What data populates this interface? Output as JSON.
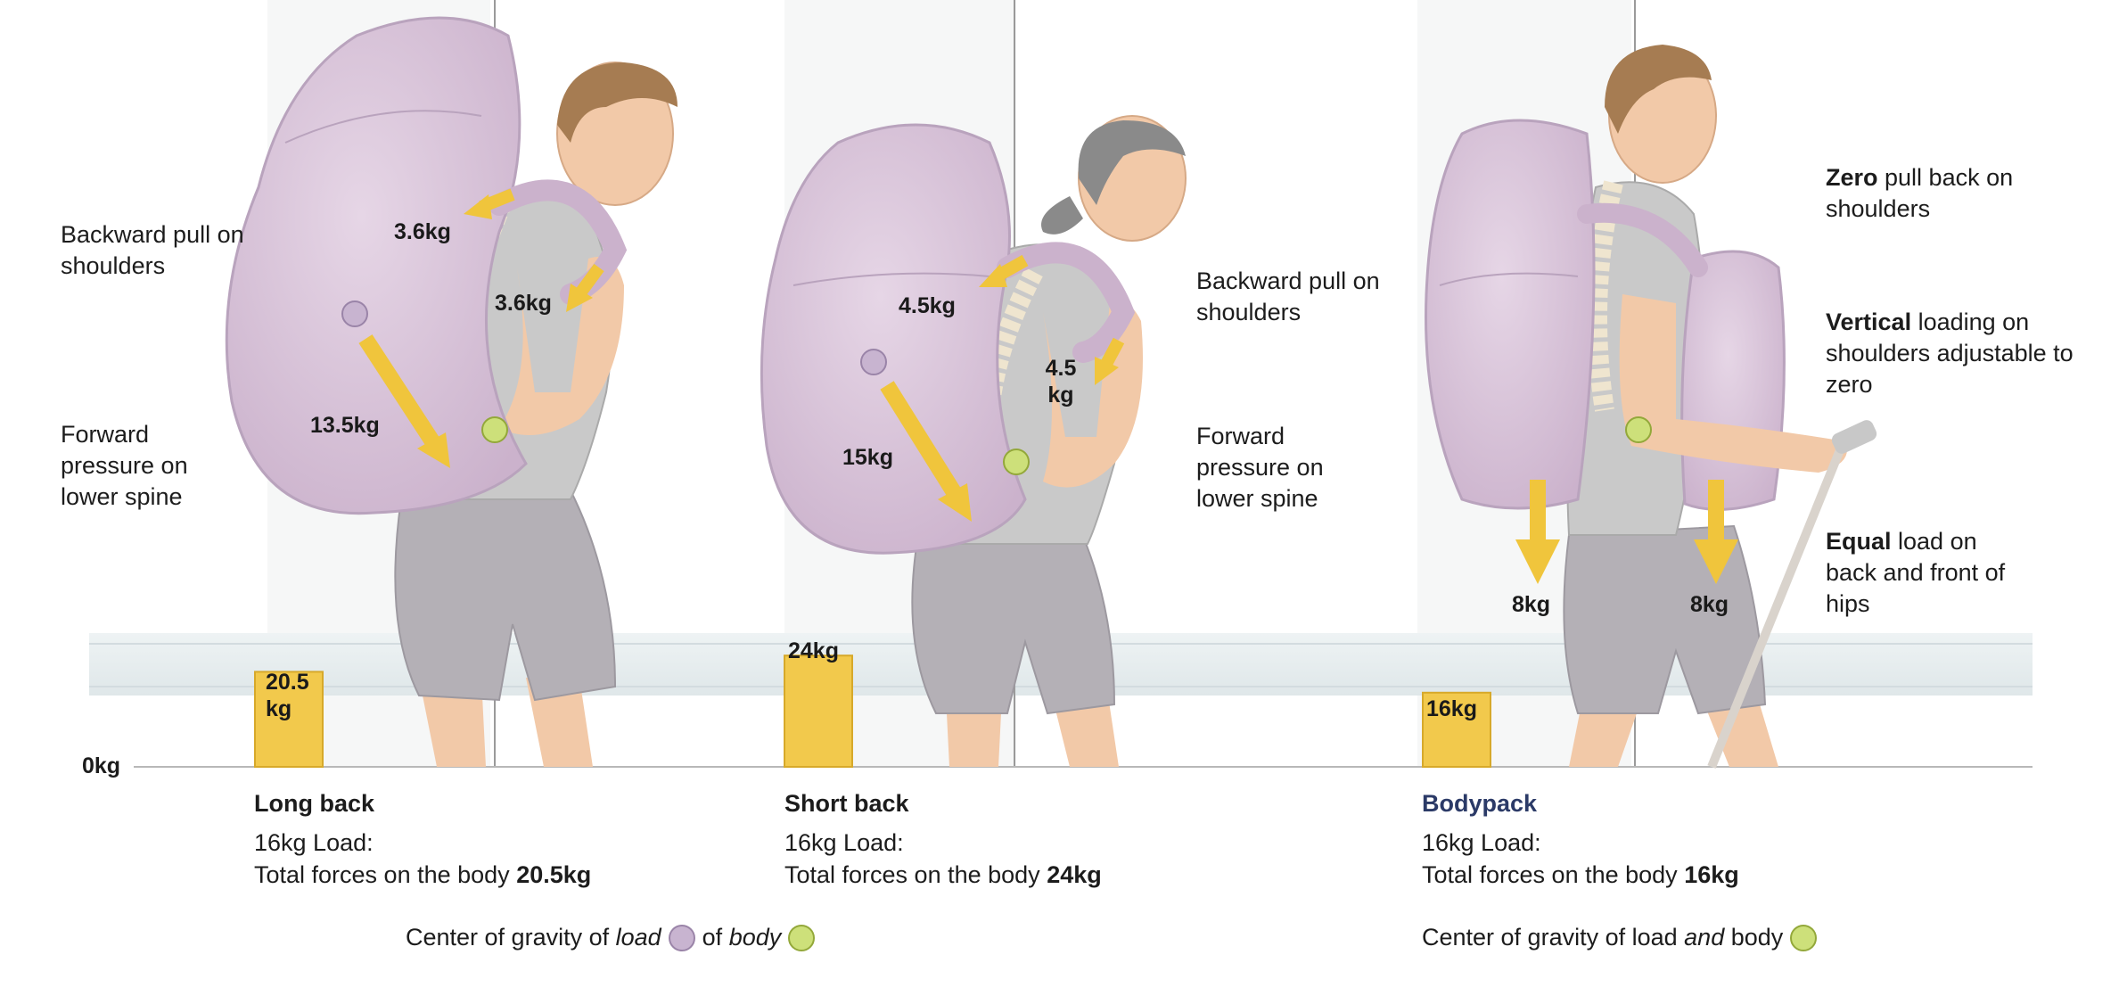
{
  "colors": {
    "pack": "#dcc8dc",
    "pack_stroke": "#b9a3bd",
    "arrow": "#f0c53c",
    "arrow_stroke": "#c79a1a",
    "bar": "#f2c94c",
    "load_cog": "#c8b4d0",
    "body_cog": "#cde07a",
    "skin": "#f2c9a8",
    "shorts": "#b4b0b6",
    "shirt": "#c8c8c8"
  },
  "axis": {
    "zero_label": "0kg"
  },
  "panels": [
    {
      "id": "long-back",
      "title": "Long back",
      "load_line": "16kg Load:",
      "total_prefix": "Total forces on the body ",
      "total_value": "20.5kg",
      "bar_value": 20.5,
      "bar_label": "20.5 kg",
      "forces": [
        "3.6kg",
        "3.6kg",
        "13.5kg"
      ],
      "notes": [
        {
          "text": "Backward pull on shoulders"
        },
        {
          "text": "Forward pressure on lower spine"
        }
      ]
    },
    {
      "id": "short-back",
      "title": "Short back",
      "load_line": "16kg Load:",
      "total_prefix": "Total forces on the body ",
      "total_value": "24kg",
      "bar_value": 24,
      "bar_label": "24kg",
      "forces": [
        "4.5kg",
        "4.5 kg",
        "15kg"
      ],
      "notes": [
        {
          "text": "Backward pull on shoulders"
        },
        {
          "text": "Forward pressure on lower spine"
        }
      ]
    },
    {
      "id": "bodypack",
      "title": "Bodypack",
      "load_line": "16kg Load:",
      "total_prefix": "Total forces on the body ",
      "total_value": "16kg",
      "bar_value": 16,
      "bar_label": "16kg",
      "forces": [
        "8kg",
        "8kg"
      ],
      "notes": [
        {
          "bold": "Zero",
          "text": " pull back on shoulders"
        },
        {
          "bold": "Vertical",
          "text": " loading on shoulders adjustable to zero"
        },
        {
          "bold": "Equal",
          "text": " load on back and front of hips"
        }
      ]
    }
  ],
  "legends": {
    "left": {
      "prefix": "Center of gravity of ",
      "load_word": "load",
      "middle": "of ",
      "body_word": "body"
    },
    "right": {
      "prefix": "Center of gravity of load ",
      "and_word": "and",
      "suffix": " body"
    }
  }
}
